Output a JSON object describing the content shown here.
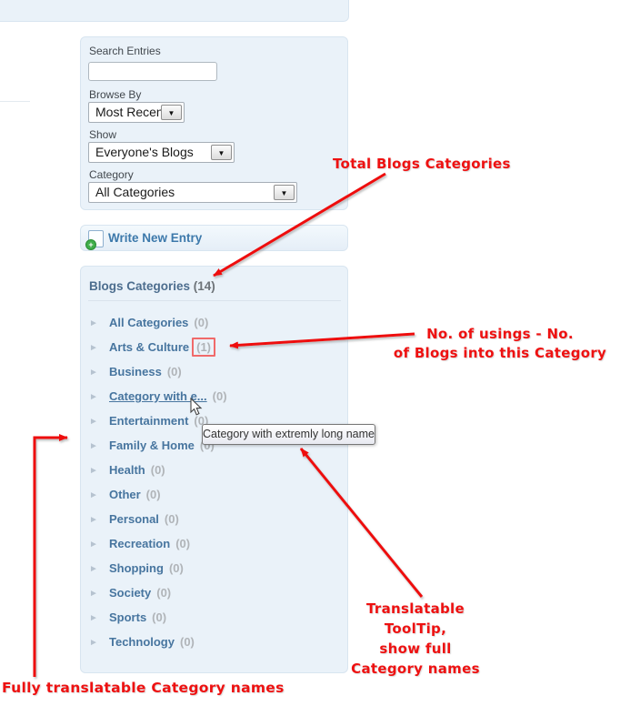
{
  "ui": {
    "search_panel": {
      "search_label": "Search Entries",
      "search_value": "",
      "browse_by_label": "Browse By",
      "browse_by_value": "Most Recent",
      "show_label": "Show",
      "show_value": "Everyone's Blogs",
      "category_label": "Category",
      "category_value": "All Categories"
    },
    "write_entry": {
      "label": "Write New Entry",
      "plus_glyph": "+"
    },
    "categories_panel": {
      "title": "Blogs Categories",
      "total_count": "(14)",
      "bullet_glyph": "►",
      "items": [
        {
          "label": "All Categories",
          "count": "(0)"
        },
        {
          "label": "Arts & Culture",
          "count": "(1)",
          "count_highlighted": true
        },
        {
          "label": "Business",
          "count": "(0)"
        },
        {
          "label": "Category with e...",
          "count": "(0)",
          "hovered": true
        },
        {
          "label": "Entertainment",
          "count": "(0)"
        },
        {
          "label": "Family & Home",
          "count": "(0)"
        },
        {
          "label": "Health",
          "count": "(0)"
        },
        {
          "label": "Other",
          "count": "(0)"
        },
        {
          "label": "Personal",
          "count": "(0)"
        },
        {
          "label": "Recreation",
          "count": "(0)"
        },
        {
          "label": "Shopping",
          "count": "(0)"
        },
        {
          "label": "Society",
          "count": "(0)"
        },
        {
          "label": "Sports",
          "count": "(0)"
        },
        {
          "label": "Technology",
          "count": "(0)"
        }
      ]
    },
    "tooltip": {
      "text": "Category with extremly long name"
    }
  },
  "annotations": {
    "accent_color": "#ee1111",
    "total_blogs": "Total Blogs Categories",
    "usings_line1": "No. of usings - No.",
    "usings_line2": "of Blogs into this Category",
    "tooltip_note_line1": "Translatable ToolTip,",
    "tooltip_note_line2": "show full",
    "tooltip_note_line3": "Category names",
    "fully_translatable": "Fully translatable Category names"
  }
}
